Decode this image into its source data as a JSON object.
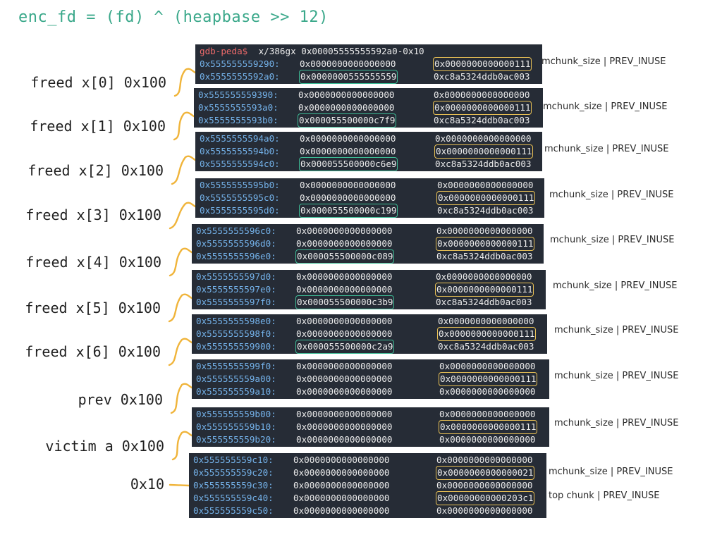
{
  "formula": "enc_fd = (fd) ^ (heapbase >> 12)",
  "prompt": {
    "name": "gdb-peda$",
    "command": " x/386gx 0x00005555555592a0-0x10"
  },
  "labels": [
    "freed x[0] 0x100",
    "freed x[1] 0x100",
    "freed x[2] 0x100",
    "freed x[3] 0x100",
    "freed x[4] 0x100",
    "freed x[5] 0x100",
    "freed x[6] 0x100",
    "prev 0x100",
    "victim a 0x100",
    "0x10"
  ],
  "blocks": [
    {
      "rows": [
        {
          "addr": "0x555555559290:",
          "v1": "0x0000000000000000",
          "v2": "0x0000000000000111",
          "hl2": "yellow"
        },
        {
          "addr": "0x5555555592a0:",
          "v1": "0x0000000555555559",
          "v2": "0xc8a5324ddb0ac003",
          "hl1": "green"
        }
      ]
    },
    {
      "rows": [
        {
          "addr": "0x555555559390:",
          "v1": "0x0000000000000000",
          "v2": "0x0000000000000000"
        },
        {
          "addr": "0x5555555593a0:",
          "v1": "0x0000000000000000",
          "v2": "0x0000000000000111",
          "hl2": "yellow"
        },
        {
          "addr": "0x5555555593b0:",
          "v1": "0x000055500000c7f9",
          "v2": "0xc8a5324ddb0ac003",
          "hl1": "green"
        }
      ]
    },
    {
      "rows": [
        {
          "addr": "0x5555555594a0:",
          "v1": "0x0000000000000000",
          "v2": "0x0000000000000000"
        },
        {
          "addr": "0x5555555594b0:",
          "v1": "0x0000000000000000",
          "v2": "0x0000000000000111",
          "hl2": "yellow"
        },
        {
          "addr": "0x5555555594c0:",
          "v1": "0x000055500000c6e9",
          "v2": "0xc8a5324ddb0ac003",
          "hl1": "green"
        }
      ]
    },
    {
      "rows": [
        {
          "addr": "0x5555555595b0:",
          "v1": "0x0000000000000000",
          "v2": "0x0000000000000000"
        },
        {
          "addr": "0x5555555595c0:",
          "v1": "0x0000000000000000",
          "v2": "0x0000000000000111",
          "hl2": "yellow"
        },
        {
          "addr": "0x5555555595d0:",
          "v1": "0x000055500000c199",
          "v2": "0xc8a5324ddb0ac003",
          "hl1": "green"
        }
      ]
    },
    {
      "rows": [
        {
          "addr": "0x5555555596c0:",
          "v1": "0x0000000000000000",
          "v2": "0x0000000000000000"
        },
        {
          "addr": "0x5555555596d0:",
          "v1": "0x0000000000000000",
          "v2": "0x0000000000000111",
          "hl2": "yellow"
        },
        {
          "addr": "0x5555555596e0:",
          "v1": "0x000055500000c089",
          "v2": "0xc8a5324ddb0ac003",
          "hl1": "green"
        }
      ]
    },
    {
      "rows": [
        {
          "addr": "0x5555555597d0:",
          "v1": "0x0000000000000000",
          "v2": "0x0000000000000000"
        },
        {
          "addr": "0x5555555597e0:",
          "v1": "0x0000000000000000",
          "v2": "0x0000000000000111",
          "hl2": "yellow"
        },
        {
          "addr": "0x5555555597f0:",
          "v1": "0x000055500000c3b9",
          "v2": "0xc8a5324ddb0ac003",
          "hl1": "green"
        }
      ]
    },
    {
      "rows": [
        {
          "addr": "0x5555555598e0:",
          "v1": "0x0000000000000000",
          "v2": "0x0000000000000000"
        },
        {
          "addr": "0x5555555598f0:",
          "v1": "0x0000000000000000",
          "v2": "0x0000000000000111",
          "hl2": "yellow"
        },
        {
          "addr": "0x555555559900:",
          "v1": "0x000055500000c2a9",
          "v2": "0xc8a5324ddb0ac003",
          "hl1": "green"
        }
      ]
    },
    {
      "rows": [
        {
          "addr": "0x5555555599f0:",
          "v1": "0x0000000000000000",
          "v2": "0x0000000000000000"
        },
        {
          "addr": "0x555555559a00:",
          "v1": "0x0000000000000000",
          "v2": "0x0000000000000111",
          "hl2": "yellow"
        },
        {
          "addr": "0x555555559a10:",
          "v1": "0x0000000000000000",
          "v2": "0x0000000000000000"
        }
      ]
    },
    {
      "rows": [
        {
          "addr": "0x555555559b00:",
          "v1": "0x0000000000000000",
          "v2": "0x0000000000000000"
        },
        {
          "addr": "0x555555559b10:",
          "v1": "0x0000000000000000",
          "v2": "0x0000000000000111",
          "hl2": "yellow"
        },
        {
          "addr": "0x555555559b20:",
          "v1": "0x0000000000000000",
          "v2": "0x0000000000000000"
        }
      ]
    },
    {
      "rows": [
        {
          "addr": "0x555555559c10:",
          "v1": "0x0000000000000000",
          "v2": "0x0000000000000000"
        },
        {
          "addr": "0x555555559c20:",
          "v1": "0x0000000000000000",
          "v2": "0x0000000000000021",
          "hl2": "yellow"
        },
        {
          "addr": "0x555555559c30:",
          "v1": "0x0000000000000000",
          "v2": "0x0000000000000000"
        },
        {
          "addr": "0x555555559c40:",
          "v1": "0x0000000000000000",
          "v2": "0x00000000000203c1",
          "hl2": "yellow"
        },
        {
          "addr": "0x555555559c50:",
          "v1": "0x0000000000000000",
          "v2": "0x0000000000000000"
        }
      ]
    }
  ],
  "annotations": [
    "mchunk_size | PREV_INUSE",
    "mchunk_size | PREV_INUSE",
    "mchunk_size | PREV_INUSE",
    "mchunk_size | PREV_INUSE",
    "mchunk_size | PREV_INUSE",
    "mchunk_size | PREV_INUSE",
    "mchunk_size | PREV_INUSE",
    "mchunk_size | PREV_INUSE",
    "mchunk_size | PREV_INUSE",
    "mchunk_size | PREV_INUSE",
    "top chunk | PREV_INUSE"
  ],
  "colors": {
    "green_box": "#3dbb95",
    "yellow_box": "#e8c055",
    "connector": "#f0b43a",
    "address": "#74b2ea"
  }
}
